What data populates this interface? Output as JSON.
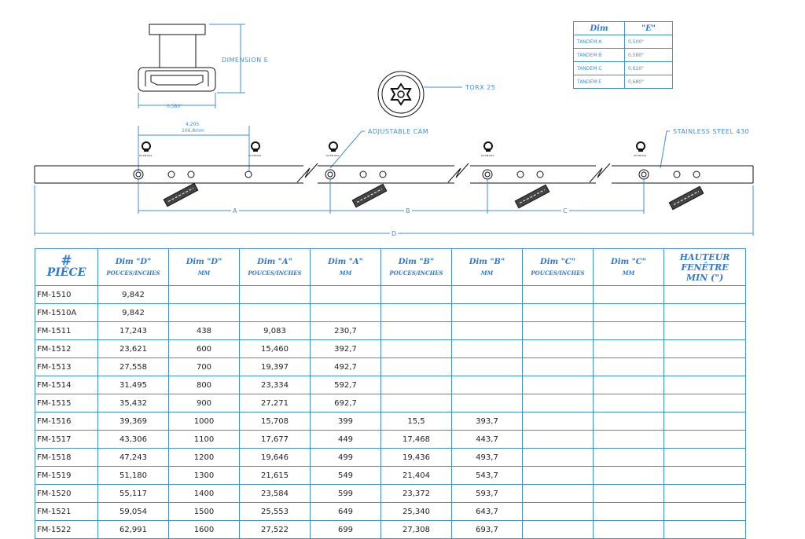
{
  "drawing": {
    "dimension_e_label": "DIMENSION E",
    "width_dim": "0,580\"",
    "torx_label": "TORX 25",
    "adjustable_cam_label": "ADJUSTABLE CAM",
    "stainless_label": "STAINLESS STEEL 430",
    "spacing_in": "4,205",
    "spacing_mm": "106,8mm",
    "dim_a": "A",
    "dim_b": "B",
    "dim_c": "C",
    "dim_d": "D",
    "part_tag": "SV-FM-004"
  },
  "dim_e_table": {
    "headers": [
      "Dim",
      "\"E\""
    ],
    "rows": [
      [
        "TANDEM A",
        "0,500\""
      ],
      [
        "TANDEM B",
        "0,580\""
      ],
      [
        "TANDEM C",
        "0,620\""
      ],
      [
        "TANDEM E",
        "0,680\""
      ]
    ]
  },
  "main_table": {
    "headers": [
      {
        "l1": "#",
        "l2": "PIÈCE"
      },
      {
        "l1": "Dim  \"D\"",
        "l2": "POUCES/INCHES"
      },
      {
        "l1": "Dim  \"D\"",
        "l2": "MM"
      },
      {
        "l1": "Dim  \"A\"",
        "l2": "POUCES/INCHES"
      },
      {
        "l1": "Dim  \"A\"",
        "l2": "MM"
      },
      {
        "l1": "Dim  \"B\"",
        "l2": "POUCES/INCHES"
      },
      {
        "l1": "Dim  \"B\"",
        "l2": "MM"
      },
      {
        "l1": "Dim  \"C\"",
        "l2": "POUCES/INCHES"
      },
      {
        "l1": "Dim  \"C\"",
        "l2": "MM"
      },
      {
        "l1": "HAUTEUR",
        "l2": "FENÊTRE",
        "l3": "MIN  (\")"
      }
    ],
    "rows": [
      [
        "FM-1510",
        "9,842",
        "",
        "",
        "",
        "",
        "",
        "",
        "",
        ""
      ],
      [
        "FM-1510A",
        "9,842",
        "",
        "",
        "",
        "",
        "",
        "",
        "",
        ""
      ],
      [
        "FM-1511",
        "17,243",
        "438",
        "9,083",
        "230,7",
        "",
        "",
        "",
        "",
        ""
      ],
      [
        "FM-1512",
        "23,621",
        "600",
        "15,460",
        "392,7",
        "",
        "",
        "",
        "",
        ""
      ],
      [
        "FM-1513",
        "27,558",
        "700",
        "19,397",
        "492,7",
        "",
        "",
        "",
        "",
        ""
      ],
      [
        "FM-1514",
        "31,495",
        "800",
        "23,334",
        "592,7",
        "",
        "",
        "",
        "",
        ""
      ],
      [
        "FM-1515",
        "35,432",
        "900",
        "27,271",
        "692,7",
        "",
        "",
        "",
        "",
        ""
      ],
      [
        "FM-1516",
        "39,369",
        "1000",
        "15,708",
        "399",
        "15,5",
        "393,7",
        "",
        "",
        ""
      ],
      [
        "FM-1517",
        "43,306",
        "1100",
        "17,677",
        "449",
        "17,468",
        "443,7",
        "",
        "",
        ""
      ],
      [
        "FM-1518",
        "47,243",
        "1200",
        "19,646",
        "499",
        "19,436",
        "493,7",
        "",
        "",
        ""
      ],
      [
        "FM-1519",
        "51,180",
        "1300",
        "21,615",
        "549",
        "21,404",
        "543,7",
        "",
        "",
        ""
      ],
      [
        "FM-1520",
        "55,117",
        "1400",
        "23,584",
        "599",
        "23,372",
        "593,7",
        "",
        "",
        ""
      ],
      [
        "FM-1521",
        "59,054",
        "1500",
        "25,553",
        "649",
        "25,340",
        "643,7",
        "",
        "",
        ""
      ],
      [
        "FM-1522",
        "62,991",
        "1600",
        "27,522",
        "699",
        "27,308",
        "693,7",
        "",
        "",
        ""
      ]
    ]
  }
}
